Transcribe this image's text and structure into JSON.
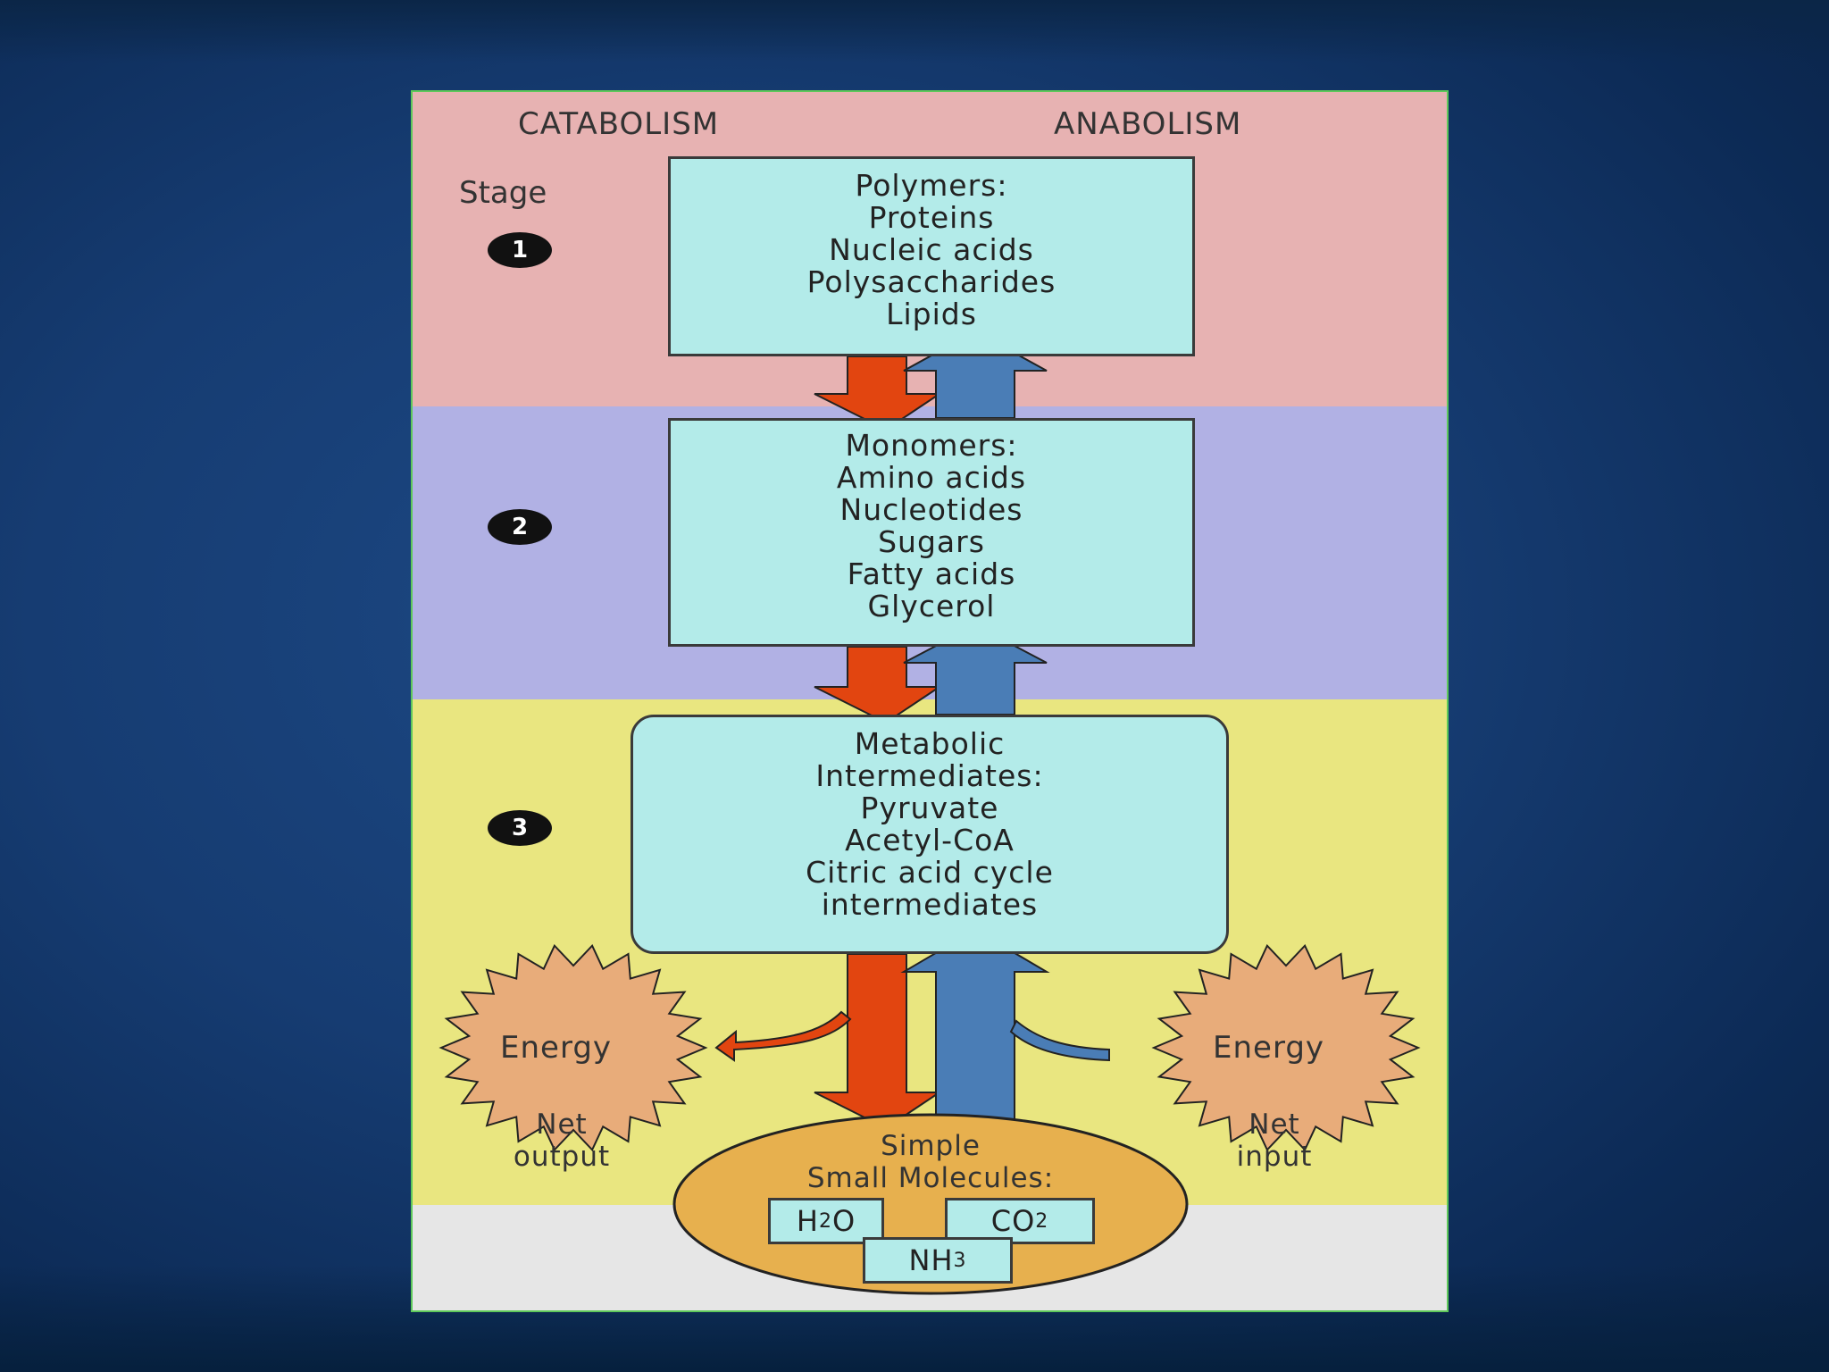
{
  "headers": {
    "catabolism": "CATABOLISM",
    "anabolism": "ANABOLISM"
  },
  "stage_label": "Stage",
  "stages": [
    "1",
    "2",
    "3"
  ],
  "boxes": {
    "polymers": [
      "Polymers:",
      "Proteins",
      "Nucleic acids",
      "Polysaccharides",
      "Lipids"
    ],
    "monomers": [
      "Monomers:",
      "Amino acids",
      "Nucleotides",
      "Sugars",
      "Fatty acids",
      "Glycerol"
    ],
    "metabolic": [
      "Metabolic",
      "Intermediates:",
      "Pyruvate",
      "Acetyl-CoA",
      "Citric acid cycle",
      "intermediates"
    ]
  },
  "energy": {
    "output_label": "Energy",
    "output_net": [
      "Net",
      "output"
    ],
    "input_label": "Energy",
    "input_net": [
      "Net",
      "input"
    ]
  },
  "simple": {
    "title": [
      "Simple",
      "Small Molecules:"
    ],
    "h2o": {
      "base": "H",
      "sub": "2",
      "rest": "O"
    },
    "co2": {
      "base": "CO",
      "sub": "2"
    },
    "nh3": {
      "base": "NH",
      "sub": "3"
    }
  },
  "colors": {
    "catabolism_arrow": "#e24510",
    "anabolism_arrow": "#4a7db6",
    "pink_band": "#e7b2b2",
    "purple_band": "#b1b1e4",
    "yellow_band": "#e9e680",
    "box_fill": "#b3ebe9",
    "energy_burst": "#e8ac7a",
    "ellipse_fill": "#e7b04e"
  }
}
